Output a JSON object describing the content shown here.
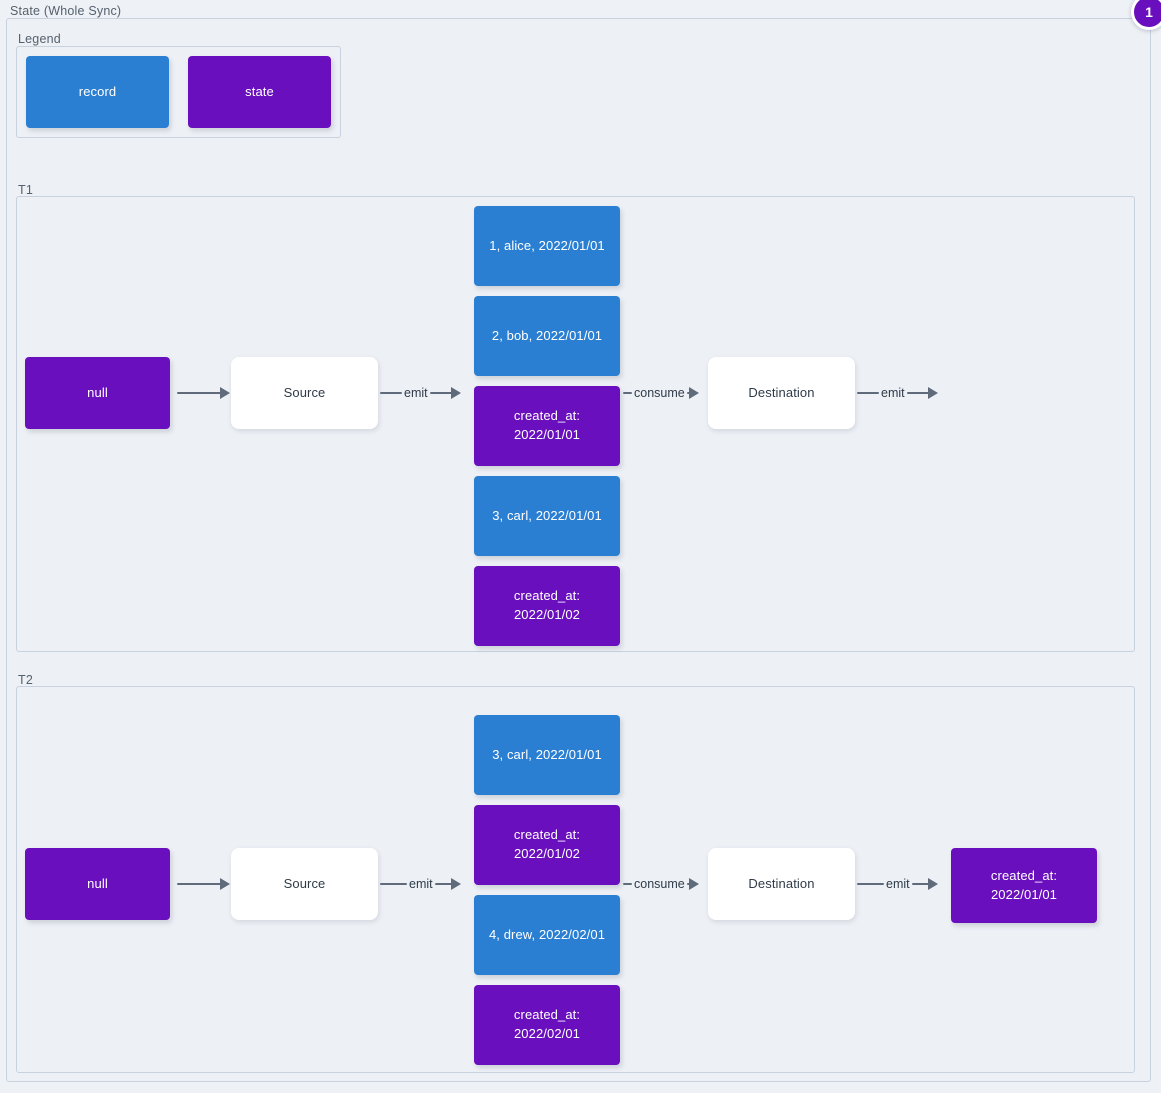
{
  "diagram": {
    "title": "State (Whole Sync)",
    "badge": "1"
  },
  "legend": {
    "label": "Legend",
    "items": [
      {
        "label": "record",
        "color": "#2a7fd2"
      },
      {
        "label": "state",
        "color": "#6a0fbd"
      }
    ]
  },
  "clusters": [
    {
      "label": "T1",
      "nodes": {
        "initial_state": "null",
        "source": "Source",
        "destination": "Destination",
        "stream": [
          {
            "label": "1, alice, 2022/01/01",
            "kind": "record"
          },
          {
            "label": "2, bob, 2022/01/01",
            "kind": "record"
          },
          {
            "label": "created_at:\n2022/01/01",
            "kind": "state"
          },
          {
            "label": "3, carl, 2022/01/01",
            "kind": "record"
          },
          {
            "label": "created_at:\n2022/01/02",
            "kind": "state"
          }
        ],
        "final_state": null
      },
      "edges": {
        "state_to_source": "",
        "source_emit": "emit",
        "consume": "consume",
        "destination_emit": "emit"
      }
    },
    {
      "label": "T2",
      "nodes": {
        "initial_state": "null",
        "source": "Source",
        "destination": "Destination",
        "stream": [
          {
            "label": "3, carl, 2022/01/01",
            "kind": "record"
          },
          {
            "label": "created_at:\n2022/01/02",
            "kind": "state"
          },
          {
            "label": "4, drew, 2022/02/01",
            "kind": "record"
          },
          {
            "label": "created_at:\n2022/02/01",
            "kind": "state"
          }
        ],
        "final_state": "created_at:\n2022/01/01"
      },
      "edges": {
        "state_to_source": "",
        "source_emit": "emit",
        "consume": "consume",
        "destination_emit": "emit"
      }
    }
  ]
}
